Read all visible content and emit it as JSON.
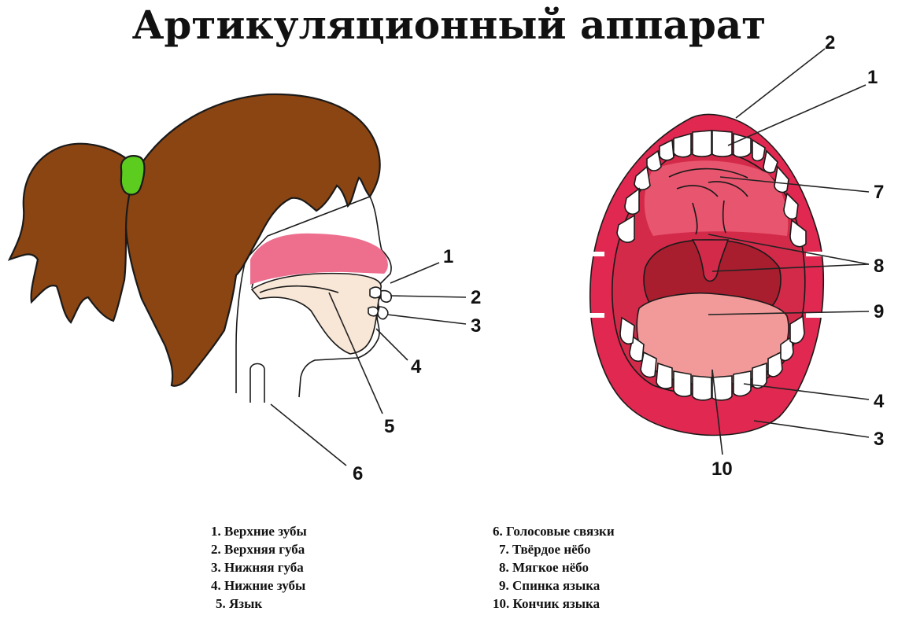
{
  "title": "Артикуляционный аппарат",
  "colors": {
    "hair": "#8b4513",
    "hair_tie": "#5ccc1f",
    "palate": "#ee6e8e",
    "tongue_side": "#f8e6d6",
    "lips": "#e02850",
    "mouth_inner": "#d42a4a",
    "throat": "#a81e2e",
    "tongue_front": "#f29a9a",
    "teeth": "#ffffff"
  },
  "profile_labels": [
    "1",
    "2",
    "3",
    "4",
    "5",
    "6"
  ],
  "mouth_labels": [
    "2",
    "1",
    "7",
    "8",
    "9",
    "4",
    "3",
    "10"
  ],
  "legend_left": [
    "1. Верхние зубы",
    "2. Верхняя губа",
    "3. Нижняя губа",
    "4. Нижние зубы",
    "5. Язык"
  ],
  "legend_right": [
    "6. Голосовые связки",
    "7. Твёрдое нёбо",
    "8. Мягкое нёбо",
    "9. Спинка языка",
    "10. Кончик языка"
  ]
}
